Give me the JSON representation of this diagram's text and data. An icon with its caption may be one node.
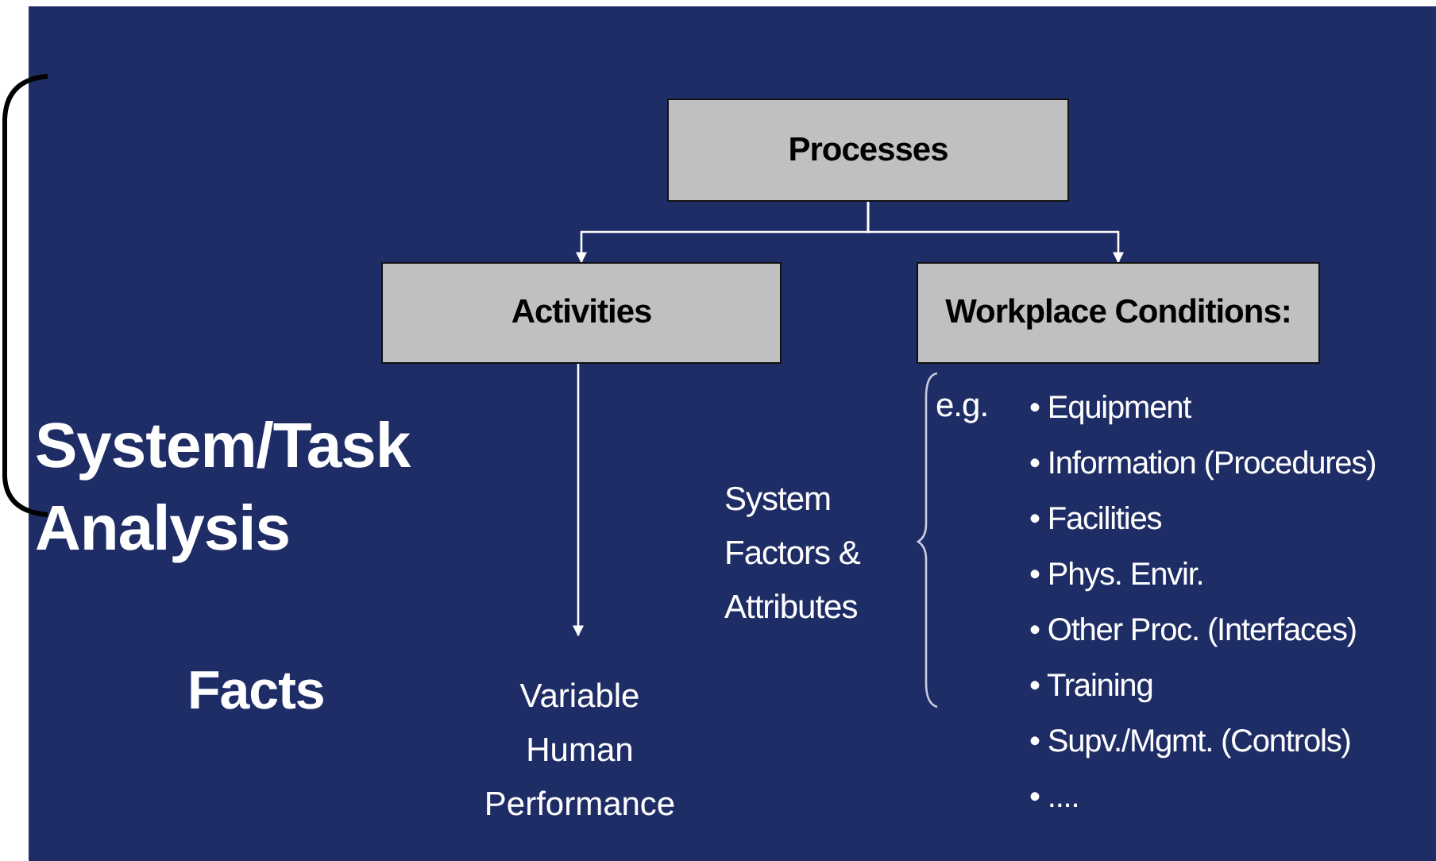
{
  "diagram": {
    "nodes": [
      {
        "text": [
          "Processes"
        ]
      },
      {
        "text": [
          "Activities"
        ]
      },
      {
        "text": [
          "Workplace Conditions:"
        ]
      },
      {
        "text": [
          "Variable Human Performance"
        ]
      }
    ],
    "edges": [
      {
        "from": 0,
        "to": 1,
        "arrow": "to"
      },
      {
        "from": 0,
        "to": 2,
        "arrow": "to"
      },
      {
        "from": 1,
        "to": 3,
        "arrow": "to"
      }
    ],
    "labels": [
      "System/Task Analysis",
      "Facts",
      "System Factors & Attributes",
      "e.g.",
      "• Equipment",
      "• Information (Procedures)",
      "• Facilities",
      "• Phys. Envir.",
      "• Other Proc. (Interfaces)",
      "• Training",
      "• Supv./Mgmt. (Controls)",
      "• ...."
    ]
  }
}
